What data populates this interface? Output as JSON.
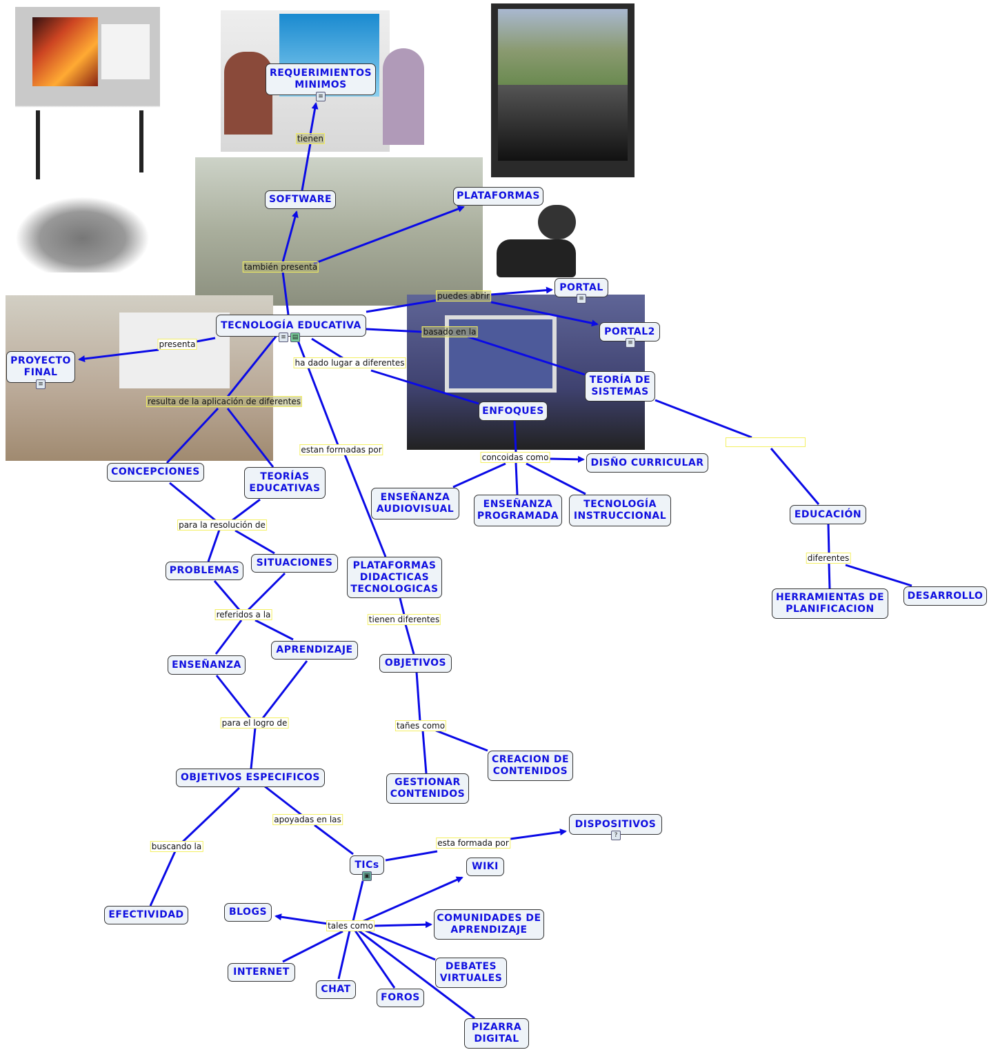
{
  "concepts": {
    "requerimientos": "REQUERIMIENTOS\nMINIMOS",
    "software": "SOFTWARE",
    "plataformas": "PLATAFORMAS",
    "portal": "PORTAL",
    "portal2": "PORTAL2",
    "tecnologia_educativa": "TECNOLOGÍA EDUCATIVA",
    "proyecto_final": "PROYECTO\nFINAL",
    "teoria_sistemas": "TEORÍA DE\nSISTEMAS",
    "enfoques": "ENFOQUES",
    "disno_curricular": "DISÑO CURRICULAR",
    "concepciones": "CONCEPCIONES",
    "teorias_educativas": "TEORÍAS\nEDUCATIVAS",
    "ensenanza_audiovisual": "ENSEÑANZA\nAUDIOVISUAL",
    "ensenanza_programada": "ENSEÑANZA\nPROGRAMADA",
    "tecnologia_instruccional": "TECNOLOGÍA\nINSTRUCCIONAL",
    "educacion": "EDUCACIÓN",
    "problemas": "PROBLEMAS",
    "situaciones": "SITUACIONES",
    "plataformas_didacticas": "PLATAFORMAS\nDIDACTICAS\nTECNOLOGICAS",
    "herramientas": "HERRAMIENTAS DE\nPLANIFICACION",
    "desarrollo": "DESARROLLO",
    "ensenanza": "ENSEÑANZA",
    "aprendizaje": "APRENDIZAJE",
    "objetivos": "OBJETIVOS",
    "creacion": "CREACION DE\nCONTENIDOS",
    "gestionar": "GESTIONAR\nCONTENIDOS",
    "objetivos_especificos": "OBJETIVOS ESPECIFICOS",
    "dispositivos": "DISPOSITIVOS",
    "tics": "TICs",
    "wiki": "WIKI",
    "efectividad": "EFECTIVIDAD",
    "blogs": "BLOGS",
    "comunidades": "COMUNIDADES DE\nAPRENDIZAJE",
    "internet": "INTERNET",
    "chat": "CHAT",
    "foros": "FOROS",
    "debates": "DEBATES\nVIRTUALES",
    "pizarra": "PIZARRA\nDIGITAL"
  },
  "links": {
    "tienen": "tienen",
    "tambien_presenta": "también presenta",
    "puedes_abrir": "puedes abrir",
    "basado_en_la": "basado en la",
    "presenta": "presenta",
    "ha_dado_lugar": "ha dado lugar a diferentes",
    "resulta_de": "resulta de la aplicación de diferentes",
    "estan_formadas": "estan formadas por",
    "concoidas_como": "concoidas como",
    "empty": "",
    "para_resolucion": "para la resolución de",
    "diferentes": "diferentes",
    "referidos": "referidos a la",
    "tienen_diferentes": "tienen diferentes",
    "para_logro": "para el logro de",
    "tanes_como": "tañes como",
    "apoyadas": "apoyadas en las",
    "buscando": "buscando la",
    "esta_formada": "esta formada por",
    "tales_como": "tales como"
  },
  "colors": {
    "line": "#0a0ae6",
    "node_text": "#1010e0",
    "node_bg": "#eef3f8",
    "label_border": "#f3ef60"
  }
}
